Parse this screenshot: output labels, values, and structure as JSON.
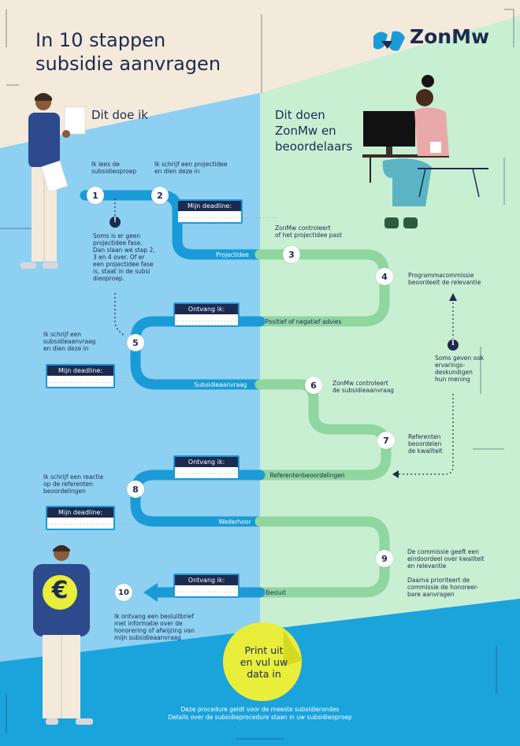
{
  "title": {
    "line1": "In 10 stappen",
    "line2": "subsidie aanvragen"
  },
  "logo": {
    "name": "ZonMw"
  },
  "sections": {
    "applicant": "Dit doe ik",
    "zonmw_line1": "Dit doen",
    "zonmw_line2": "ZonMw en",
    "zonmw_line3": "beoordelaars"
  },
  "steps": [
    {
      "number": "1",
      "text": [
        "Ik lees de",
        "subsidieoproep"
      ]
    },
    {
      "number": "2",
      "text": [
        "Ik schrijf een projectidee",
        "en dien deze in"
      ]
    },
    {
      "number": "3",
      "text": [
        "ZonMw controleert",
        "of het projectidee past"
      ]
    },
    {
      "number": "4",
      "text": [
        "Programmacommissie",
        "beoordeelt de relevantie"
      ]
    },
    {
      "number": "5",
      "text": [
        "Ik schrijf een",
        "subsidieaanvraag",
        "en dien deze in"
      ]
    },
    {
      "number": "6",
      "text": [
        "ZonMw controleert",
        "de subsidieaanvraag"
      ]
    },
    {
      "number": "7",
      "text": [
        "Referenten",
        "beoordelen",
        "de kwaliteit"
      ]
    },
    {
      "number": "8",
      "text": [
        "Ik schrijf een reactie",
        "op de referenten",
        "beoordelingen"
      ]
    },
    {
      "number": "9",
      "text": [
        "De commissie geeft een",
        "eindoordeel over kwaliteit",
        "en relevantie",
        "",
        "Daarna prioriteert de",
        "commissie de honoreer-",
        "bare aanvragen"
      ]
    },
    {
      "number": "10",
      "text": [
        "Ik ontvang een besluitbrief",
        "met informatie over de",
        "honorering of afwijzing van",
        "mijn subsidieaanvraag"
      ]
    }
  ],
  "notes": {
    "note1": [
      "Soms is er geen",
      "projectidee fase.",
      "Dan slaan we stap 2,",
      "3 en 4 over. Of er",
      "een projectidee fase",
      "is, staat in de subsi",
      "dieoproep."
    ],
    "note2": [
      "Soms geven ook",
      "ervarings-",
      "deskundigen",
      "hun mening"
    ]
  },
  "path_labels": {
    "projectidee": "Projectidee",
    "advies": "Positief of negatief advies",
    "subsidieaanvraag": "Subsidieaanvraag",
    "referentenbeoordelingen": "Referentenbeoordelingen",
    "wederhoor": "Wederhoor",
    "besluit": "Besluit"
  },
  "boxes": {
    "deadline1": "Mijn deadline:",
    "ontvang1": "Ontvang ik:",
    "deadline2": "Mijn deadline:",
    "ontvang2": "Ontvang ik:",
    "deadline3": "Mijn deadline:",
    "ontvang3": "Ontvang ik:",
    "fill": "..............................."
  },
  "sticker": [
    "Print uit",
    "en vul uw",
    "data in"
  ],
  "footer": [
    "Deze procedure geldt voor de meeste subsidierondes",
    "Details over de subsidieprocedure staan in uw subsidieoproep"
  ],
  "icons": {
    "euro": "€",
    "exclamation": "!",
    "info": "i"
  },
  "colors": {
    "navy": "#1d2a4f",
    "blue_bg": "#8dd0f2",
    "blue_path": "#1a9bd7",
    "green_bg": "#c9efd2",
    "green_path": "#8fd6a0",
    "cream": "#f3eadb",
    "yellow": "#e8ee3a"
  }
}
